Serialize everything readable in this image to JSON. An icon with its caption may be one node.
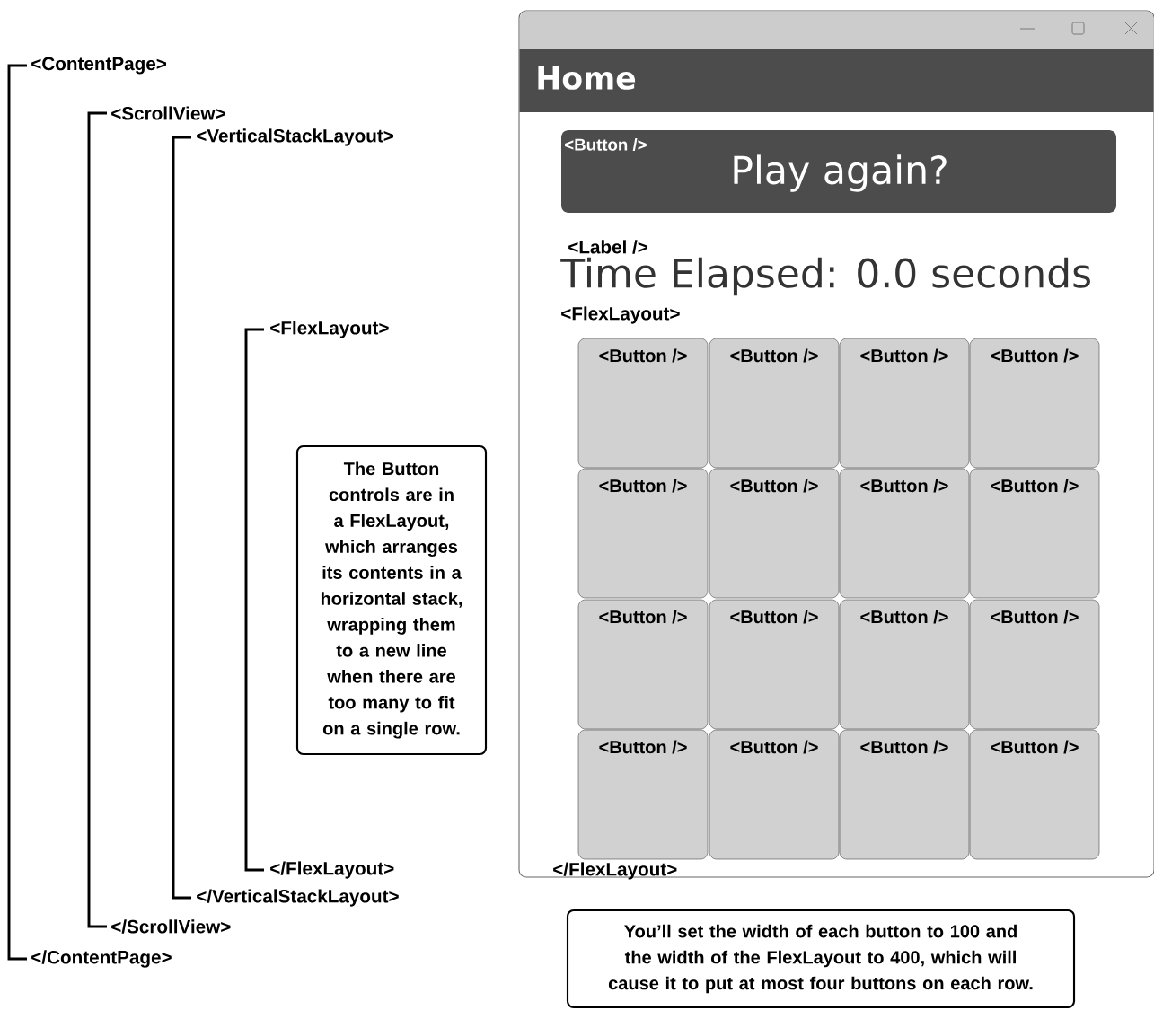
{
  "diagram": {
    "nodes": [
      {
        "text": [],
        "shape": "box"
      },
      {
        "text": [
          "Home"
        ],
        "in": 0
      },
      {
        "text": [
          "<Button />",
          "Play again?"
        ],
        "in": 0
      },
      {
        "text": [
          "<Button />"
        ],
        "in": 0
      },
      {
        "text": [
          "<Button />"
        ],
        "in": 0
      },
      {
        "text": [
          "<Button />"
        ],
        "in": 0
      },
      {
        "text": [
          "<Button />"
        ],
        "in": 0
      },
      {
        "text": [
          "<Button />"
        ],
        "in": 0
      },
      {
        "text": [
          "<Button />"
        ],
        "in": 0
      },
      {
        "text": [
          "<Button />"
        ],
        "in": 0
      },
      {
        "text": [
          "<Button />"
        ],
        "in": 0
      },
      {
        "text": [
          "<Button />"
        ],
        "in": 0
      },
      {
        "text": [
          "<Button />"
        ],
        "in": 0
      },
      {
        "text": [
          "<Button />"
        ],
        "in": 0
      },
      {
        "text": [
          "<Button />"
        ],
        "in": 0
      },
      {
        "text": [
          "<Button />"
        ],
        "in": 0
      },
      {
        "text": [
          "<Button />"
        ],
        "in": 0
      },
      {
        "text": [
          "<Button />"
        ],
        "in": 0
      },
      {
        "text": [
          "<Button />"
        ],
        "in": 0
      },
      {
        "text": [
          "The Button controls are in a FlexLayout, which arranges its contents in a horizontal stack, wrapping them to a new line when there are too many to fit on a single row."
        ]
      },
      {
        "text": [
          "You’ll set the width of each button to 100 and the width of the FlexLayout to 400, which will cause it to put at most four buttons on each row."
        ]
      }
    ],
    "labels": [
      "<ContentPage>",
      "<ScrollView>",
      "<VerticalStackLayout>",
      "<FlexLayout>",
      "</FlexLayout>",
      "</VerticalStackLayout>",
      "</ScrollView>",
      "</ContentPage>",
      "<Label />",
      "Time Elapsed: 0.0 seconds",
      "<FlexLayout>",
      "</FlexLayout>"
    ]
  }
}
